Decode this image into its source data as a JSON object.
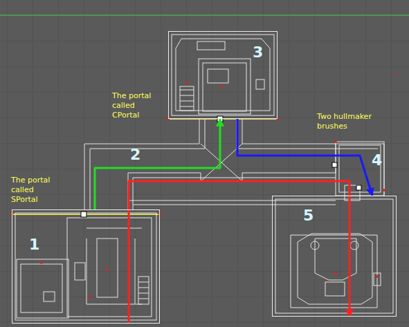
{
  "diagram": {
    "nodes": [
      {
        "text": [
          "3"
        ]
      },
      {
        "text": [
          "1"
        ]
      },
      {
        "text": [
          "5"
        ]
      }
    ],
    "edges": [
      {
        "from": 1,
        "to": 0,
        "arrow": "to"
      },
      {
        "from": 1,
        "to": 2,
        "arrow": "to"
      },
      {
        "from": 0,
        "to": 2,
        "arrow": "to"
      }
    ],
    "labels": [
      "2",
      "4",
      "The portal called CPortal",
      "Two hullmaker brushes",
      "The portal called SPortal"
    ]
  }
}
